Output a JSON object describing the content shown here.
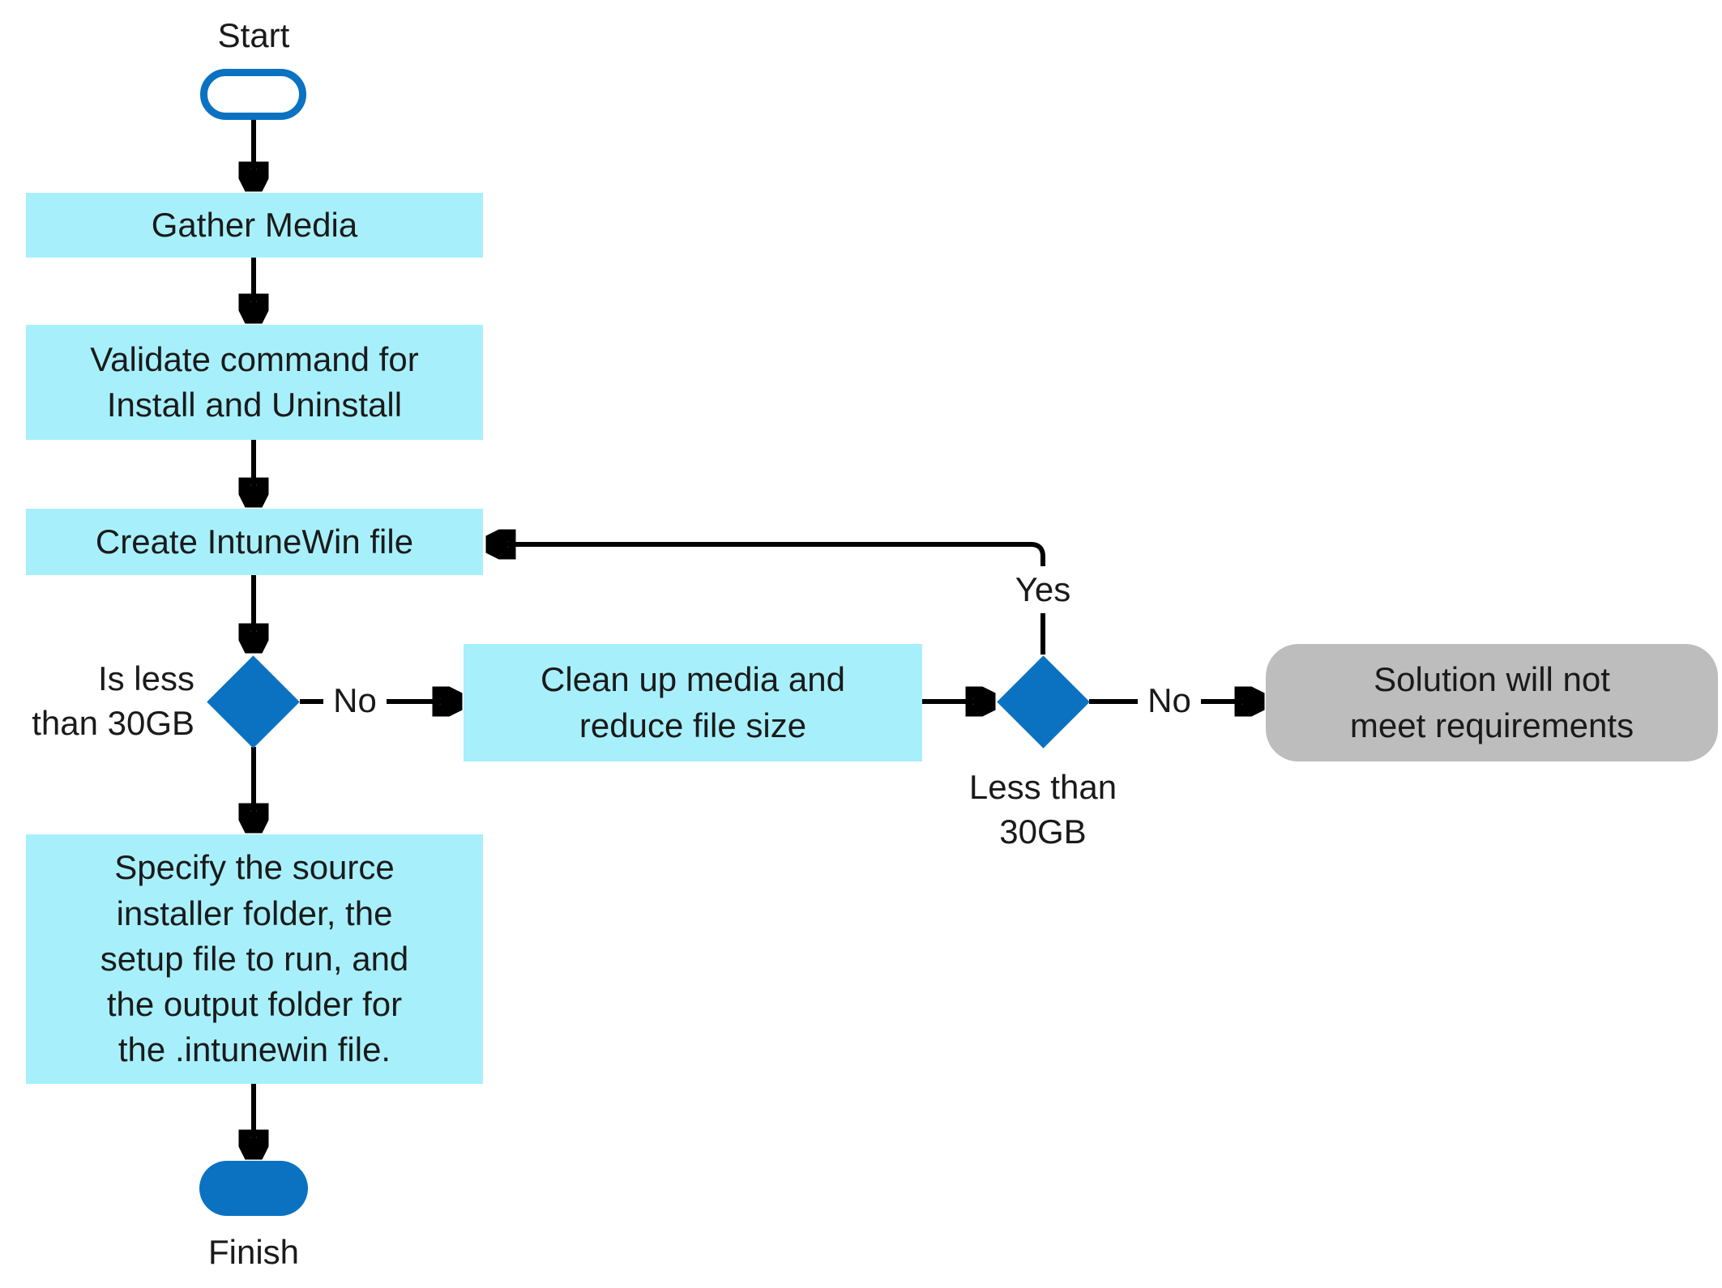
{
  "flowchart": {
    "start_label": "Start",
    "finish_label": "Finish",
    "nodes": {
      "gather": "Gather Media",
      "validate": "Validate command for\nInstall and Uninstall",
      "create": "Create IntuneWin file",
      "clean": "Clean up media and\nreduce file size",
      "specify": "Specify the source\ninstaller folder, the\nsetup file to run, and\nthe output folder for\nthe .intunewin file.",
      "solution": "Solution will not\nmeet requirements"
    },
    "decisions": {
      "d1_label": "Is less\nthan 30GB",
      "d2_label": "Less than\n30GB"
    },
    "edges": {
      "no1": "No",
      "no2": "No",
      "yes": "Yes"
    },
    "colors": {
      "process_fill": "#A7F0FB",
      "decision_fill": "#0B72C2",
      "terminator_blue": "#0B72C2",
      "endpoint_gray": "#BDBDBD",
      "line": "#000000",
      "text": "#1A1A1A"
    }
  }
}
